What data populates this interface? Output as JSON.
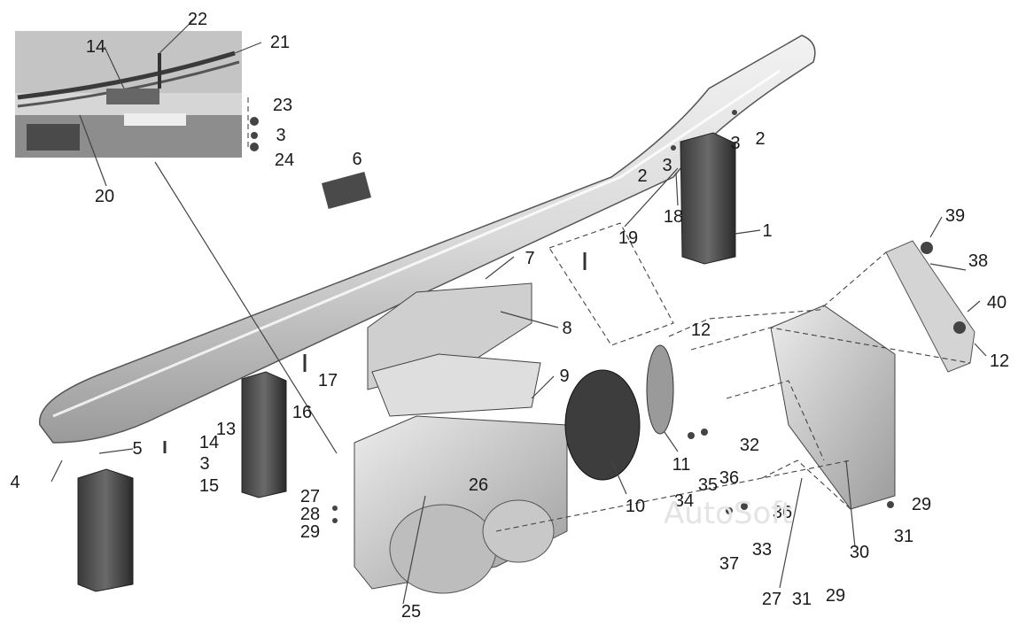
{
  "watermark": "AutoSoft",
  "parts": [
    {
      "id": "1",
      "label": "1"
    },
    {
      "id": "2a",
      "label": "2"
    },
    {
      "id": "2b",
      "label": "2"
    },
    {
      "id": "3a",
      "label": "3"
    },
    {
      "id": "3b",
      "label": "3"
    },
    {
      "id": "3c",
      "label": "3"
    },
    {
      "id": "3d",
      "label": "3"
    },
    {
      "id": "4",
      "label": "4"
    },
    {
      "id": "5",
      "label": "5"
    },
    {
      "id": "6",
      "label": "6"
    },
    {
      "id": "7",
      "label": "7"
    },
    {
      "id": "8",
      "label": "8"
    },
    {
      "id": "9",
      "label": "9"
    },
    {
      "id": "10",
      "label": "10"
    },
    {
      "id": "11",
      "label": "11"
    },
    {
      "id": "12a",
      "label": "12"
    },
    {
      "id": "12b",
      "label": "12"
    },
    {
      "id": "13",
      "label": "13"
    },
    {
      "id": "14a",
      "label": "14"
    },
    {
      "id": "14b",
      "label": "14"
    },
    {
      "id": "15",
      "label": "15"
    },
    {
      "id": "16",
      "label": "16"
    },
    {
      "id": "17",
      "label": "17"
    },
    {
      "id": "18",
      "label": "18"
    },
    {
      "id": "19",
      "label": "19"
    },
    {
      "id": "20",
      "label": "20"
    },
    {
      "id": "21",
      "label": "21"
    },
    {
      "id": "22",
      "label": "22"
    },
    {
      "id": "23",
      "label": "23"
    },
    {
      "id": "24",
      "label": "24"
    },
    {
      "id": "25",
      "label": "25"
    },
    {
      "id": "26",
      "label": "26"
    },
    {
      "id": "27a",
      "label": "27"
    },
    {
      "id": "27b",
      "label": "27"
    },
    {
      "id": "28",
      "label": "28"
    },
    {
      "id": "29a",
      "label": "29"
    },
    {
      "id": "29b",
      "label": "29"
    },
    {
      "id": "29c",
      "label": "29"
    },
    {
      "id": "30",
      "label": "30"
    },
    {
      "id": "31a",
      "label": "31"
    },
    {
      "id": "31b",
      "label": "31"
    },
    {
      "id": "32",
      "label": "32"
    },
    {
      "id": "33",
      "label": "33"
    },
    {
      "id": "34",
      "label": "34"
    },
    {
      "id": "35",
      "label": "35"
    },
    {
      "id": "36a",
      "label": "36"
    },
    {
      "id": "36b",
      "label": "36"
    },
    {
      "id": "37",
      "label": "37"
    },
    {
      "id": "38",
      "label": "38"
    },
    {
      "id": "39",
      "label": "39"
    },
    {
      "id": "40",
      "label": "40"
    }
  ]
}
